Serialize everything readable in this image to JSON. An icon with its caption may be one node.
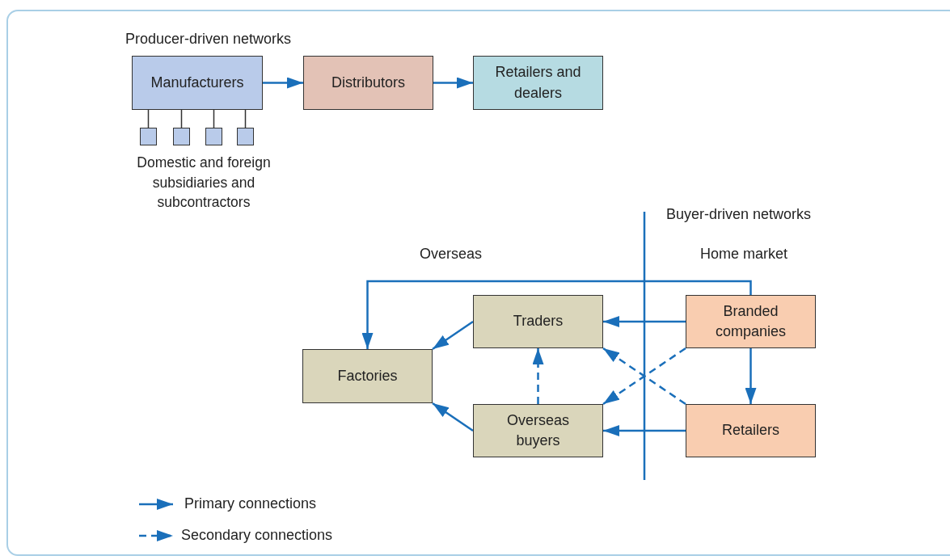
{
  "diagram": {
    "nodes": [
      {
        "text": [
          "Manufacturers"
        ]
      },
      {
        "text": [
          "Distributors"
        ]
      },
      {
        "text": [
          "Retailers and dealers"
        ]
      },
      {
        "text": [],
        "shape": "box"
      },
      {
        "text": [],
        "shape": "box"
      },
      {
        "text": [],
        "shape": "box"
      },
      {
        "text": [],
        "shape": "box"
      },
      {
        "text": [
          "Factories"
        ]
      },
      {
        "text": [
          "Traders"
        ]
      },
      {
        "text": [
          "Overseas buyers"
        ]
      },
      {
        "text": [
          "Branded companies"
        ]
      },
      {
        "text": [
          "Retailers"
        ]
      }
    ],
    "edges": [
      {
        "from": 0,
        "to": 1,
        "arrow": "to"
      },
      {
        "from": 1,
        "to": 2,
        "arrow": "to"
      },
      {
        "from": 0,
        "to": 3,
        "arrow": "none",
        "color": "#333333"
      },
      {
        "from": 0,
        "to": 4,
        "arrow": "none",
        "color": "#333333"
      },
      {
        "from": 0,
        "to": 5,
        "arrow": "none",
        "color": "#333333"
      },
      {
        "from": 0,
        "to": 6,
        "arrow": "none",
        "color": "#333333"
      },
      {
        "from": 10,
        "to": 7,
        "arrow": "to"
      },
      {
        "from": 10,
        "to": 8,
        "arrow": "to"
      },
      {
        "from": 10,
        "to": 11,
        "arrow": "to"
      },
      {
        "from": 11,
        "to": 9,
        "arrow": "to"
      },
      {
        "from": 8,
        "to": 7,
        "arrow": "to"
      },
      {
        "from": 9,
        "to": 7,
        "arrow": "to"
      },
      {
        "from": 9,
        "to": 8,
        "arrow": "to",
        "style": "dashed"
      },
      {
        "from": 10,
        "to": 9,
        "arrow": "to",
        "style": "dashed"
      },
      {
        "from": 11,
        "to": 8,
        "arrow": "to",
        "style": "dashed"
      }
    ],
    "labels": [
      "Producer-driven networks",
      "Domestic and foreign subsidiaries and subcontractors",
      "Buyer-driven networks",
      "Overseas",
      "Home market"
    ],
    "legend": [
      {
        "text": "Primary connections"
      },
      {
        "text": "Secondary connections"
      }
    ]
  }
}
